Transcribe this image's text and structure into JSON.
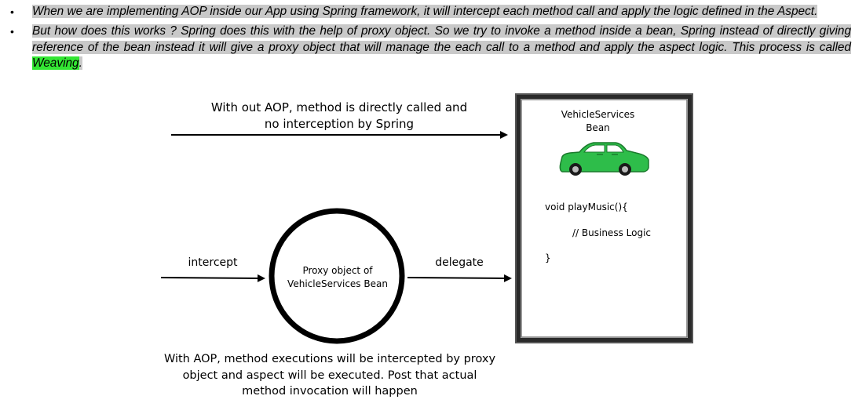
{
  "bullets": [
    {
      "marker": "•",
      "text": "When we are implementing AOP inside our App using Spring framework, it will intercept each method call and apply the logic defined in the Aspect."
    },
    {
      "marker": "•",
      "text_main": "But how does this works ? Spring does this with the help of proxy object. So we try to invoke a method inside a bean, Spring instead of directly giving reference of the bean instead it will give a proxy object that will manage the each call to a method and apply the aspect logic. This process is called",
      "text_highlight": "Weaving",
      "text_end": "."
    }
  ],
  "diagram": {
    "top_label_line1": "With out AOP, method is directly called and",
    "top_label_line2": "no interception by Spring",
    "intercept_label": "intercept",
    "delegate_label": "delegate",
    "proxy_line1": "Proxy object of",
    "proxy_line2": "VehicleServices Bean",
    "bean_title_line1": "VehicleServices",
    "bean_title_line2": "Bean",
    "code_line1": "void playMusic(){",
    "code_line2": "// Business Logic",
    "code_line3": "}",
    "bottom_line1": "With AOP, method executions will be intercepted by proxy",
    "bottom_line2": "object and aspect will be executed. Post that actual",
    "bottom_line3": "method invocation will happen",
    "car_color": "#2ebd4a",
    "highlight_gray": "#c9c9c9",
    "highlight_green": "#33e633"
  }
}
